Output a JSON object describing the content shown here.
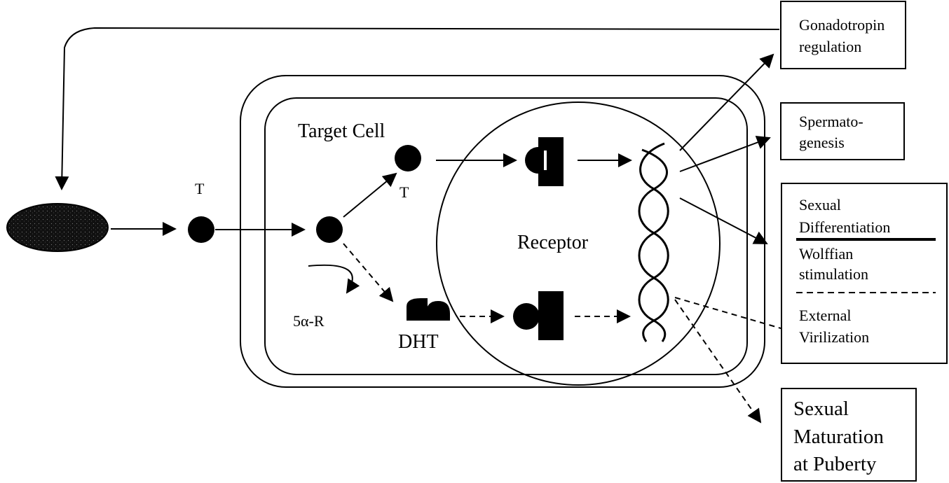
{
  "diagram": {
    "labels": {
      "t_outside": "T",
      "target_cell": "Target Cell",
      "t_inside": "T",
      "five_alpha_r": "5α-R",
      "dht": "DHT",
      "receptor": "Receptor"
    },
    "outcomes": {
      "gonadotropin": [
        "Gonadotropin",
        "regulation"
      ],
      "spermatogenesis": [
        "Spermato-",
        "genesis"
      ],
      "sexual_differentiation": [
        "Sexual",
        "Differentiation"
      ],
      "wolffian": [
        "Wolffian",
        "stimulation"
      ],
      "external_virilization": [
        "External",
        "Virilization"
      ],
      "sexual_maturation": [
        "Sexual",
        "Maturation",
        "at Puberty"
      ]
    }
  }
}
